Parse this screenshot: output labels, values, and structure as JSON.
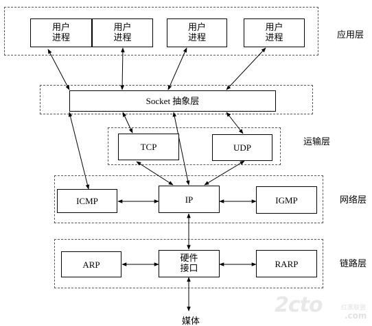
{
  "layers": {
    "application": "应用层",
    "transport": "运输层",
    "network": "网络层",
    "link": "链路层"
  },
  "nodes": {
    "user_process_1": "用户\n进程",
    "user_process_2": "用户\n进程",
    "user_process_3": "用户\n进程",
    "user_process_4": "用户\n进程",
    "socket": "Socket 抽象层",
    "tcp": "TCP",
    "udp": "UDP",
    "icmp": "ICMP",
    "ip": "IP",
    "igmp": "IGMP",
    "arp": "ARP",
    "hardware_interface": "硬件\n接口",
    "rarp": "RARP"
  },
  "edge_labels": {
    "medium": "媒体"
  },
  "watermark": {
    "logo": "2cto",
    "domain": ".com",
    "tagline": "红黑联盟"
  }
}
